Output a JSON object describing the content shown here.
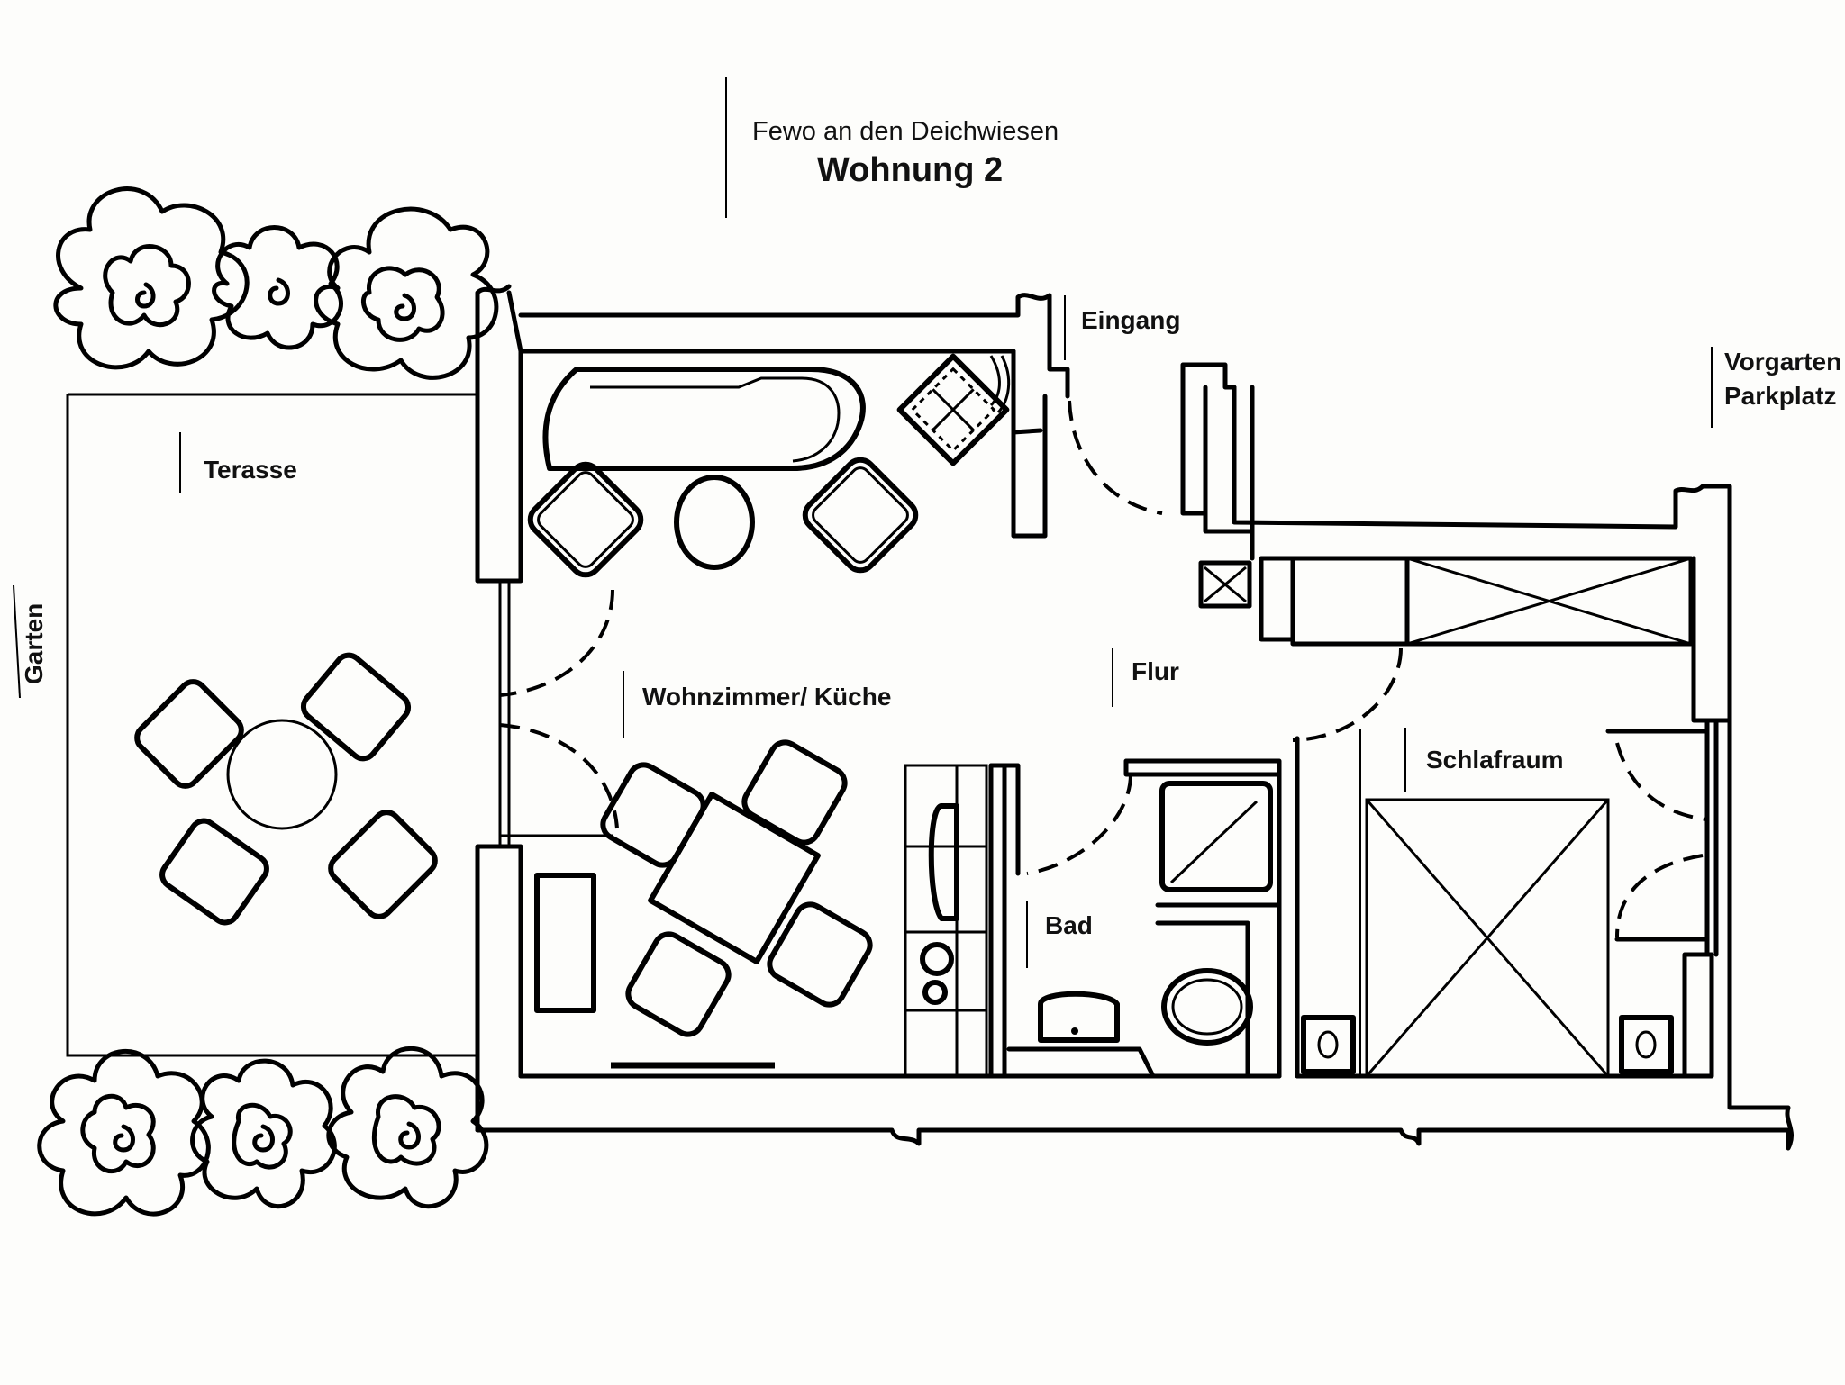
{
  "header": {
    "subtitle": "Fewo an den Deichwiesen",
    "title": "Wohnung 2"
  },
  "labels": {
    "terrace": "Terasse",
    "garden": "Garten",
    "entrance": "Eingang",
    "front_garden": "Vorgarten",
    "parking": "Parkplatz",
    "living_kitchen": "Wohnzimmer/ Küche",
    "hallway": "Flur",
    "bathroom": "Bad",
    "bedroom": "Schlafraum"
  },
  "rooms": [
    {
      "name": "Terasse",
      "furniture": [
        "round-table",
        "chair",
        "chair",
        "chair",
        "chair"
      ]
    },
    {
      "name": "Wohnzimmer/ Küche",
      "furniture": [
        "sofa",
        "armchair",
        "armchair",
        "coffee-table",
        "tv-cabinet",
        "dining-table",
        "chair",
        "chair",
        "chair",
        "chair",
        "sideboard",
        "sink",
        "stove",
        "radiator"
      ]
    },
    {
      "name": "Flur",
      "furniture": [
        "wardrobe",
        "shaft"
      ]
    },
    {
      "name": "Bad",
      "furniture": [
        "shower",
        "washbasin",
        "toilet"
      ]
    },
    {
      "name": "Schlafraum",
      "furniture": [
        "double-bed",
        "nightstand",
        "nightstand"
      ]
    }
  ],
  "colors": {
    "ink": "#000000",
    "paper": "#fdfdfb"
  }
}
